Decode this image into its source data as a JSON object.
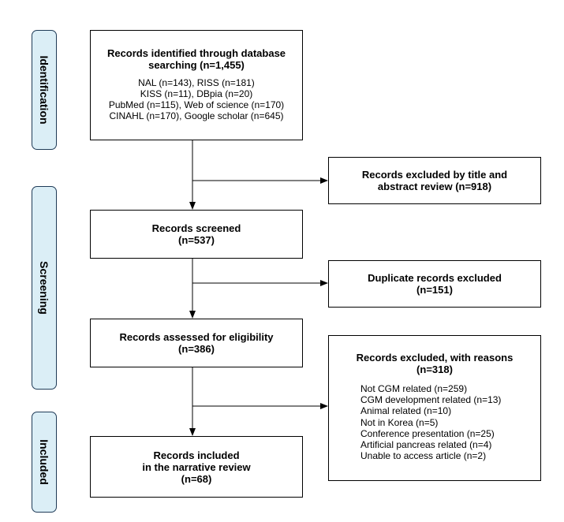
{
  "phases": {
    "identification": "Identification",
    "screening": "Screening",
    "included": "Included"
  },
  "identified": {
    "title_line1": "Records identified through database",
    "title_line2": "searching (n=1,455)",
    "sources": [
      "NAL (n=143), RISS (n=181)",
      "KISS (n=11), DBpia (n=20)",
      "PubMed (n=115), Web of science (n=170)",
      "CINAHL (n=170), Google scholar (n=645)"
    ]
  },
  "excluded_title": {
    "line1": "Records excluded by title and",
    "line2": "abstract review (n=918)"
  },
  "screened": {
    "line1": "Records screened",
    "line2": "(n=537)"
  },
  "duplicates": {
    "line1": "Duplicate records excluded",
    "line2": "(n=151)"
  },
  "eligibility": {
    "line1": "Records assessed for eligibility",
    "line2": "(n=386)"
  },
  "excluded_reasons": {
    "line1": "Records excluded, with reasons",
    "line2": "(n=318)",
    "reasons": [
      "Not CGM related (n=259)",
      "CGM development related (n=13)",
      "Animal related (n=10)",
      "Not in Korea (n=5)",
      "Conference presentation (n=25)",
      "Artificial pancreas related (n=4)",
      "Unable to access article (n=2)"
    ]
  },
  "included": {
    "line1": "Records included",
    "line2": "in the narrative review",
    "line3": "(n=68)"
  },
  "colors": {
    "phase_fill": "#dbeef6",
    "phase_border": "#1f3b57"
  }
}
